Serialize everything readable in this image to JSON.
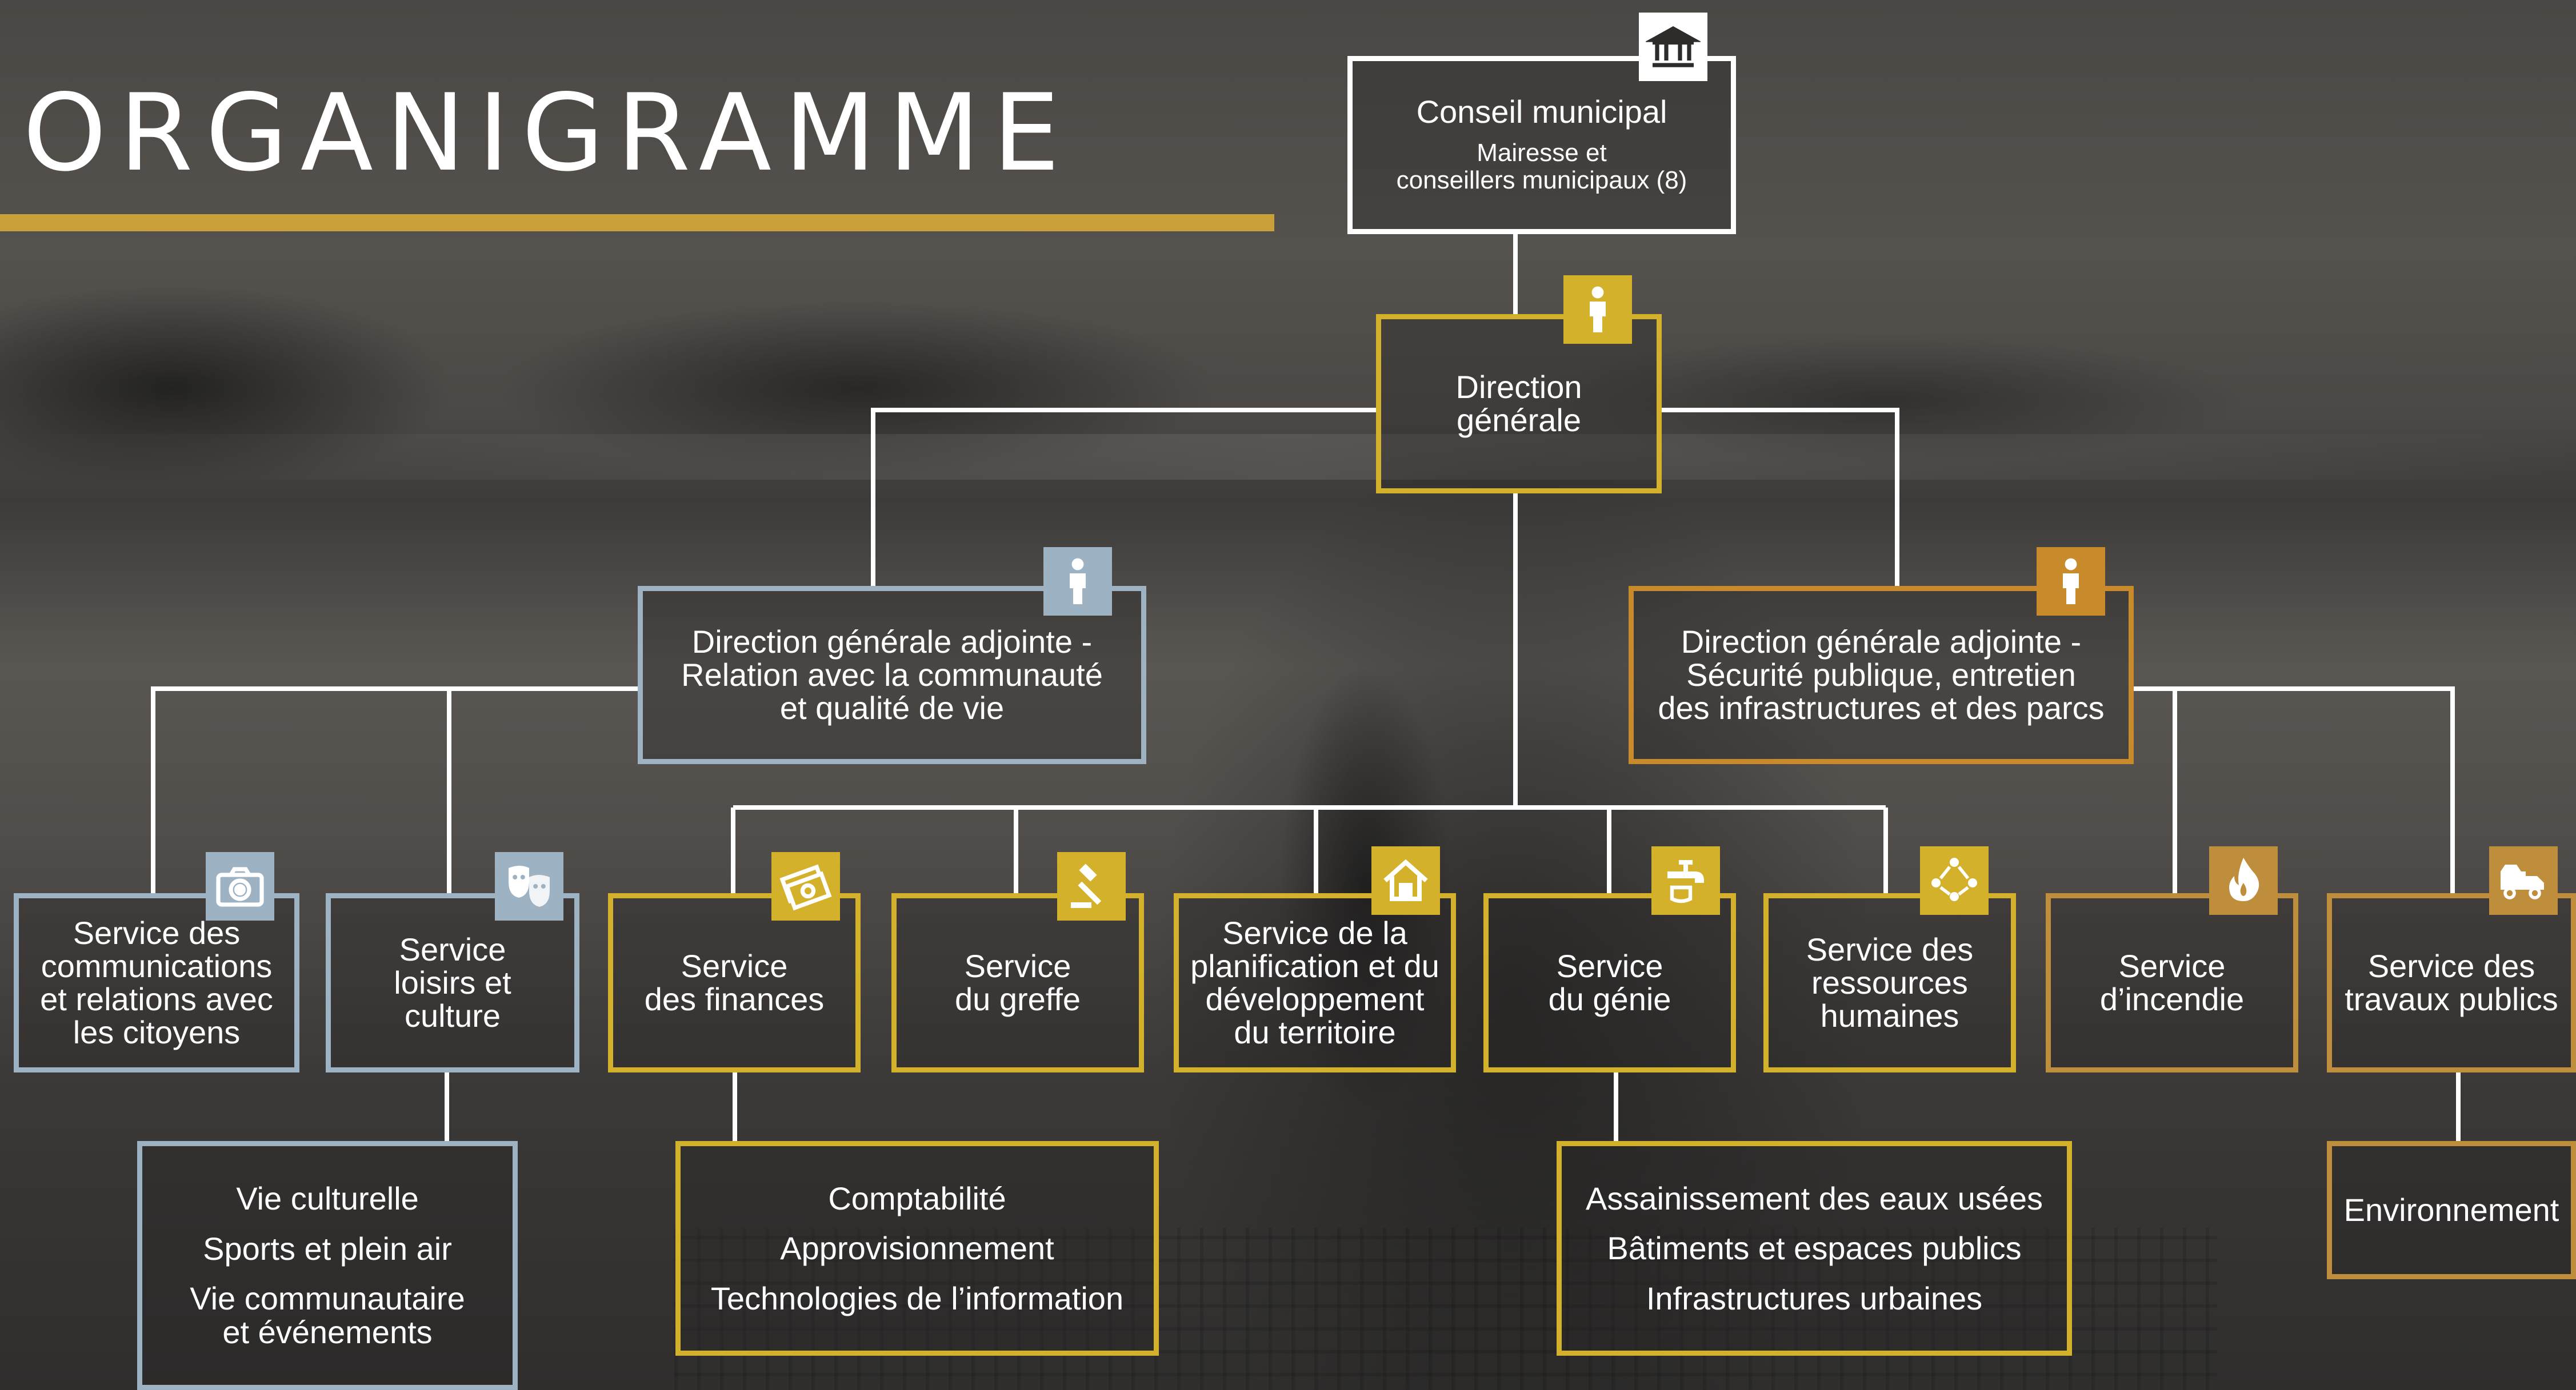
{
  "title": "ORGANIGRAMME",
  "colors": {
    "accent": "#c9a03a",
    "white": "#ffffff",
    "blue": "#9db2c2",
    "yellow": "#d4b12b",
    "orange": "#c88a2b",
    "gold": "#bf8e3c"
  },
  "nodes": {
    "conseil": {
      "label": "Conseil municipal",
      "sublabel": "Mairesse et\nconseillers municipaux (8)",
      "icon": "city-hall-icon"
    },
    "dg": {
      "label": "Direction\ngénérale",
      "icon": "person-icon"
    },
    "dga_communaute": {
      "label": "Direction générale adjointe -\nRelation avec la communauté\net qualité de vie",
      "icon": "person-icon"
    },
    "dga_securite": {
      "label": "Direction générale adjointe -\nSécurité publique, entretien\ndes infrastructures et des parcs",
      "icon": "person-icon"
    },
    "communications": {
      "label": "Service des\ncommunications\net relations avec\nles citoyens",
      "icon": "camera-icon"
    },
    "loisirs": {
      "label": "Service\nloisirs et\nculture",
      "icon": "theater-masks-icon"
    },
    "finances": {
      "label": "Service\ndes finances",
      "icon": "money-icon"
    },
    "greffe": {
      "label": "Service\ndu greffe",
      "icon": "gavel-icon"
    },
    "planification": {
      "label": "Service de la\nplanification et du\ndéveloppement\ndu territoire",
      "icon": "house-icon"
    },
    "genie": {
      "label": "Service\ndu génie",
      "icon": "faucet-icon"
    },
    "rh": {
      "label": "Service des\nressources\nhumaines",
      "icon": "people-network-icon"
    },
    "incendie": {
      "label": "Service\nd’incendie",
      "icon": "fire-icon"
    },
    "travaux": {
      "label": "Service des\ntravaux publics",
      "icon": "truck-icon"
    }
  },
  "sublists": {
    "loisirs": [
      "Vie culturelle",
      "Sports et plein air",
      "Vie communautaire\net événements"
    ],
    "finances": [
      "Comptabilité",
      "Approvisionnement",
      "Technologies de l’information"
    ],
    "genie": [
      "Assainissement des eaux usées",
      "Bâtiments et espaces publics",
      "Infrastructures urbaines"
    ],
    "travaux": [
      "Environnement"
    ]
  }
}
